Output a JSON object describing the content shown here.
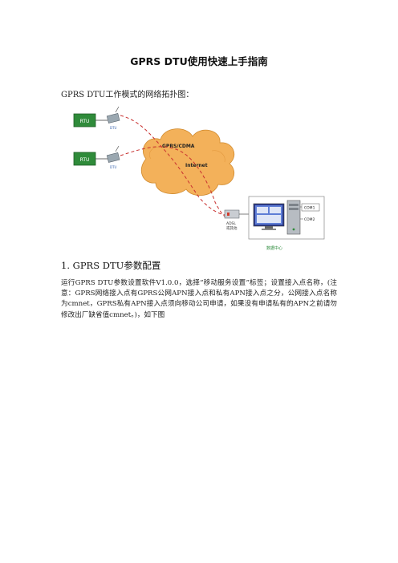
{
  "document": {
    "title": "GPRS DTU使用快速上手指南",
    "intro": "GPRS DTU工作模式的网络拓扑图：",
    "section_heading": "1. GPRS DTU参数配置",
    "paragraph": "运行GPRS DTU参数设置软件V1.0.0，选择“移动服务设置”标签；设置接入点名称，(注意：GPRS网络接入点有GPRS公网APN接入点和私有APN接入点之分，公网接入点名称为cmnet，GPRS私有APN接入点须向移动公司申请，如果没有申请私有的APN之前请勿修改出厂缺省值cmnet。)，如下图"
  },
  "diagram": {
    "rtu_top": "RTU",
    "rtu_bottom": "RTU",
    "dtu_top": "DTU",
    "dtu_bottom": "DTU",
    "cloud_gprs": "GPRS/CDMA",
    "cloud_internet": "Internet",
    "adsl_label": "ADSL",
    "adsl_sub": "或其他",
    "com1": "COM1",
    "com2": "COM2",
    "center_label": "数据中心",
    "colors": {
      "rtu_fill": "#2f8b3a",
      "cloud_fill": "#f3b15a",
      "link_red": "#c8302f",
      "center_label": "#2a8a3a"
    }
  }
}
